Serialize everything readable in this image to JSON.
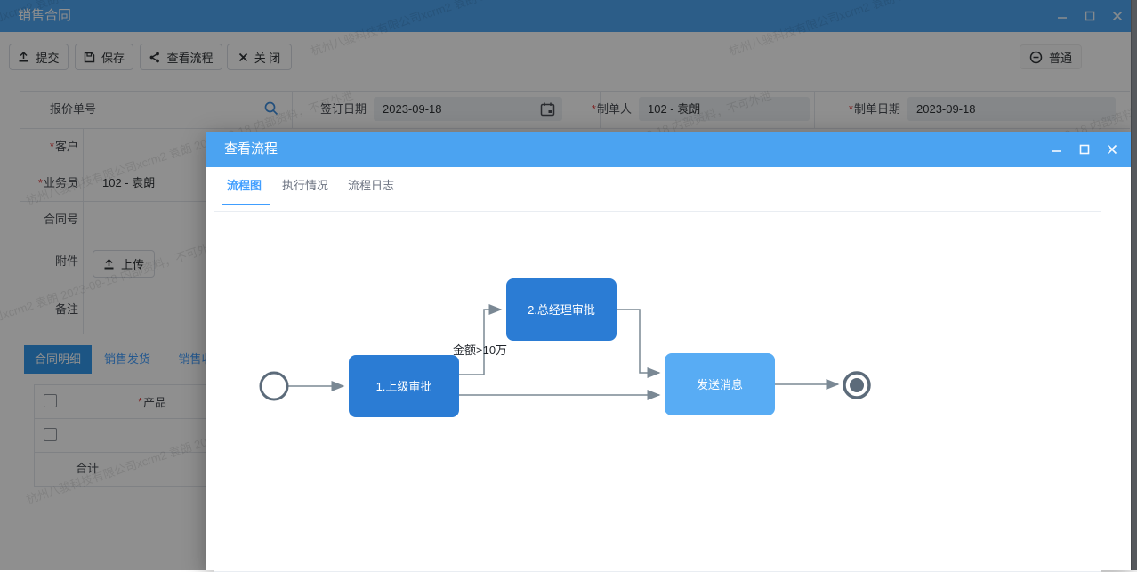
{
  "window": {
    "title": "销售合同"
  },
  "toolbar": {
    "buttons": [
      {
        "label": "提交",
        "icon": "upload-icon"
      },
      {
        "label": "保存",
        "icon": "save-icon"
      },
      {
        "label": "查看流程",
        "icon": "share-icon"
      },
      {
        "label": "关 闭",
        "icon": "close-icon"
      }
    ],
    "priority_label": "普通"
  },
  "required_marker": "*",
  "form": {
    "quote_no_label": "报价单号",
    "quote_no_value": "",
    "sign_date_label": "签订日期",
    "sign_date_value": "2023-09-18",
    "maker_label": "制单人",
    "maker_value": "102 - 袁朗",
    "make_date_label": "制单日期",
    "make_date_value": "2023-09-18",
    "customer_label": "客户",
    "salesman_label": "业务员",
    "salesman_value": "102 - 袁朗",
    "contract_no_label": "合同号",
    "attachment_label": "附件",
    "upload_button": "上传",
    "remark_label": "备注"
  },
  "detail_tabs": [
    {
      "label": "合同明细",
      "active": true
    },
    {
      "label": "销售发货",
      "active": false
    },
    {
      "label": "销售收",
      "active": false
    }
  ],
  "table": {
    "product_header": "产品",
    "total_label": "合计"
  },
  "modal": {
    "title": "查看流程",
    "tabs": [
      {
        "label": "流程图",
        "active": true
      },
      {
        "label": "执行情况",
        "active": false
      },
      {
        "label": "流程日志",
        "active": false
      }
    ],
    "flowchart": {
      "type": "flow",
      "nodes": [
        {
          "id": "start",
          "type": "start-event",
          "label": ""
        },
        {
          "id": "step1",
          "type": "approval",
          "label": "1.上级审批"
        },
        {
          "id": "step2",
          "type": "approval",
          "label": "2.总经理审批"
        },
        {
          "id": "send",
          "type": "message",
          "label": "发送消息"
        },
        {
          "id": "end",
          "type": "end-event",
          "label": ""
        }
      ],
      "edges": [
        {
          "from": "start",
          "to": "step1",
          "label": ""
        },
        {
          "from": "step1",
          "to": "step2",
          "label": "金额>10万"
        },
        {
          "from": "step1",
          "to": "send",
          "label": ""
        },
        {
          "from": "step2",
          "to": "send",
          "label": ""
        },
        {
          "from": "send",
          "to": "end",
          "label": ""
        }
      ]
    }
  },
  "watermark": {
    "text": "杭州八骏科技有限公司xcrm2 袁朗 2023-09-18 内部资料，不可外泄"
  },
  "colors": {
    "accent": "#409EFF",
    "main_titlebar": "#4FA6F2",
    "modal_titlebar": "#4BA3F1",
    "active_detail_tab": "#3398EC",
    "node_blue": "#2B7CD4",
    "node_light_blue": "#58ACF4",
    "edge_gray": "#7A8894"
  }
}
